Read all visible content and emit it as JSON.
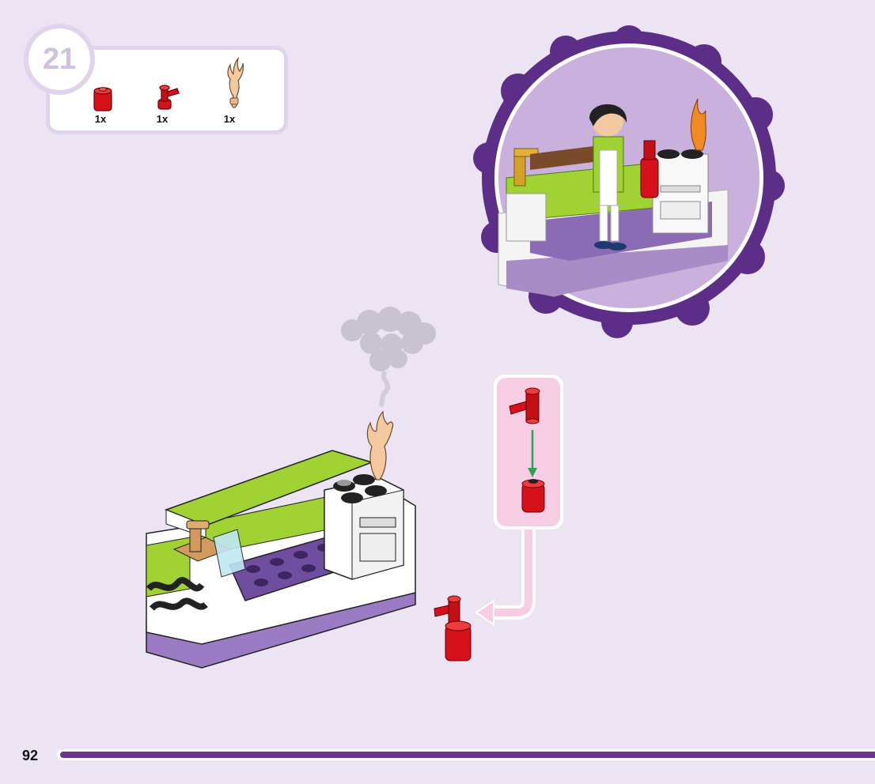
{
  "step": {
    "number": "21"
  },
  "parts": [
    {
      "name": "round-brick-red",
      "qty": "1x"
    },
    {
      "name": "fire-extinguisher-head-red",
      "qty": "1x"
    },
    {
      "name": "flame-element-tan",
      "qty": "1x"
    }
  ],
  "page": {
    "number": "92"
  },
  "colors": {
    "background": "#ece3f3",
    "accent_purple": "#6b3591",
    "callout_pink": "#f7cde3",
    "lime_green": "#9fd232",
    "brick_red": "#d5121a",
    "arrow_green": "#2fa05a"
  },
  "icons": [
    "round-brick-icon",
    "extinguisher-head-icon",
    "flame-icon",
    "smoke-icon",
    "arrow-icon"
  ]
}
